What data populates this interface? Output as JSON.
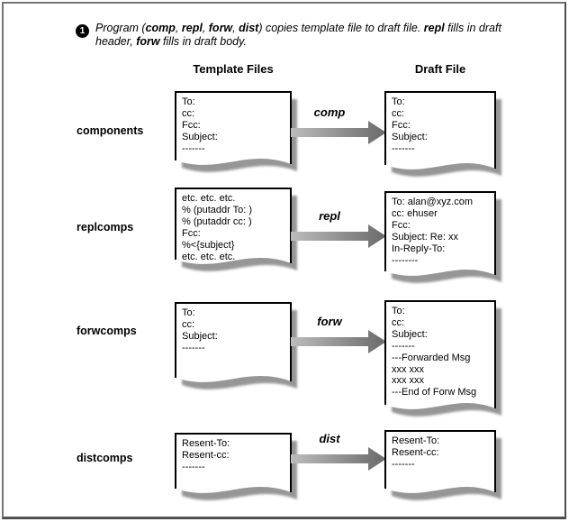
{
  "note": {
    "marker": "1",
    "line1": [
      {
        "text": "Program (",
        "bold": false
      },
      {
        "text": "comp",
        "bold": true
      },
      {
        "text": ", ",
        "bold": false
      },
      {
        "text": "repl",
        "bold": true
      },
      {
        "text": ", ",
        "bold": false
      },
      {
        "text": "forw",
        "bold": true
      },
      {
        "text": ", ",
        "bold": false
      },
      {
        "text": "dist",
        "bold": true
      },
      {
        "text": ") copies template file to draft file. ",
        "bold": false
      },
      {
        "text": "repl",
        "bold": true
      },
      {
        "text": " fills in draft",
        "bold": false
      }
    ],
    "line2": [
      {
        "text": "header, ",
        "bold": false
      },
      {
        "text": "forw",
        "bold": true
      },
      {
        "text": " fills in draft body.",
        "bold": false
      }
    ]
  },
  "columns": {
    "template": "Template Files",
    "draft": "Draft File"
  },
  "rows": [
    {
      "label": "components",
      "program": "comp",
      "template": {
        "lines": [
          "To:",
          "cc:",
          "Fcc:",
          "Subject:",
          "-------"
        ]
      },
      "draft": {
        "lines": [
          "To:",
          "cc:",
          "Fcc:",
          "Subject:",
          "-------"
        ]
      }
    },
    {
      "label": "replcomps",
      "program": "repl",
      "template": {
        "lines": [
          "etc. etc. etc.",
          "% (putaddr To: )",
          "% (putaddr cc: )",
          "Fcc:",
          "%<{subject}",
          "etc. etc. etc."
        ]
      },
      "draft": {
        "lines": [
          "To: alan@xyz.com",
          "cc: ehuser",
          "Fcc:",
          "Subject: Re: xx",
          "In-Reply-To:",
          "--------"
        ]
      }
    },
    {
      "label": "forwcomps",
      "program": "forw",
      "template": {
        "lines": [
          "To:",
          "cc:",
          "Subject:",
          "-------"
        ]
      },
      "draft": {
        "lines": [
          "To:",
          "cc:",
          "Subject:",
          "-------",
          "---Forwarded Msg",
          "xxx xxx",
          "xxx xxx",
          "---End of Forw Msg"
        ]
      }
    },
    {
      "label": "distcomps",
      "program": "dist",
      "template": {
        "lines": [
          "Resent-To:",
          "Resent-cc:",
          "-------"
        ]
      },
      "draft": {
        "lines": [
          "Resent-To:",
          "Resent-cc:",
          "-------"
        ]
      }
    }
  ],
  "colors": {
    "arrow_light": "#bcbcbc",
    "arrow_dark": "#6a6a6a",
    "paper_shadow": "#969696",
    "paper_border": "#000000",
    "frame_border": "#5e5e5e"
  }
}
